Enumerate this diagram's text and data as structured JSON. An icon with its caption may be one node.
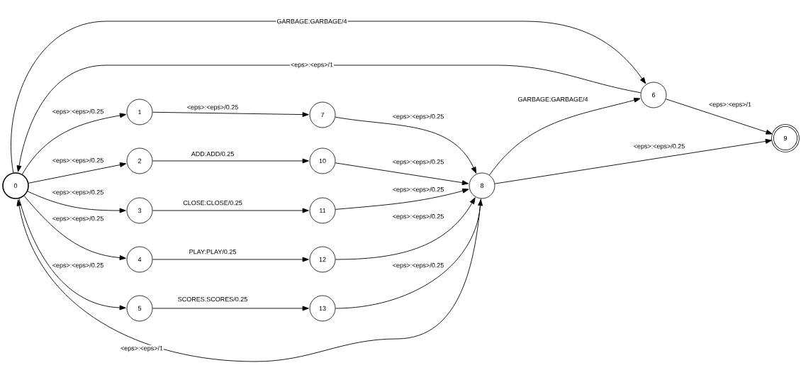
{
  "diagram": {
    "nodes": [
      {
        "text": [
          "0"
        ]
      },
      {
        "text": [
          "1"
        ]
      },
      {
        "text": [
          "2"
        ]
      },
      {
        "text": [
          "3"
        ]
      },
      {
        "text": [
          "4"
        ]
      },
      {
        "text": [
          "5"
        ]
      },
      {
        "text": [
          "6"
        ]
      },
      {
        "text": [
          "7"
        ]
      },
      {
        "text": [
          "8"
        ]
      },
      {
        "text": [
          "9"
        ]
      },
      {
        "text": [
          "10"
        ]
      },
      {
        "text": [
          "11"
        ]
      },
      {
        "text": [
          "12"
        ]
      },
      {
        "text": [
          "13"
        ]
      }
    ],
    "edges": [
      {
        "from": 0,
        "to": 6,
        "arrow": "to",
        "label": "GARBAGE:GARBAGE/4"
      },
      {
        "from": 6,
        "to": 0,
        "arrow": "to",
        "label": "<eps>:<eps>/1"
      },
      {
        "from": 0,
        "to": 1,
        "arrow": "to",
        "label": "<eps>:<eps>/0.25"
      },
      {
        "from": 0,
        "to": 2,
        "arrow": "to",
        "label": "<eps>:<eps>/0.25"
      },
      {
        "from": 0,
        "to": 3,
        "arrow": "to",
        "label": "<eps>:<eps>/0.25"
      },
      {
        "from": 0,
        "to": 4,
        "arrow": "to",
        "label": "<eps>:<eps>/0.25"
      },
      {
        "from": 0,
        "to": 5,
        "arrow": "to",
        "label": "<eps>:<eps>/0.25"
      },
      {
        "from": 1,
        "to": 7,
        "arrow": "to",
        "label": "<eps>:<eps>/0.25"
      },
      {
        "from": 2,
        "to": 10,
        "arrow": "to",
        "label": "ADD:ADD/0.25"
      },
      {
        "from": 3,
        "to": 11,
        "arrow": "to",
        "label": "CLOSE:CLOSE/0.25"
      },
      {
        "from": 4,
        "to": 12,
        "arrow": "to",
        "label": "PLAY:PLAY/0.25"
      },
      {
        "from": 5,
        "to": 13,
        "arrow": "to",
        "label": "SCORES:SCORES/0.25"
      },
      {
        "from": 7,
        "to": 8,
        "arrow": "to",
        "label": "<eps>:<eps>/0.25"
      },
      {
        "from": 10,
        "to": 8,
        "arrow": "to",
        "label": "<eps>:<eps>/0.25"
      },
      {
        "from": 11,
        "to": 8,
        "arrow": "to",
        "label": "<eps>:<eps>/0.25"
      },
      {
        "from": 12,
        "to": 8,
        "arrow": "to",
        "label": "<eps>:<eps>/0.25"
      },
      {
        "from": 13,
        "to": 8,
        "arrow": "to",
        "label": "<eps>:<eps>/0.25"
      },
      {
        "from": 8,
        "to": 6,
        "arrow": "to",
        "label": "GARBAGE:GARBAGE/4"
      },
      {
        "from": 8,
        "to": 9,
        "arrow": "to",
        "label": "<eps>:<eps>/0.25"
      },
      {
        "from": 6,
        "to": 9,
        "arrow": "to",
        "label": "<eps>:<eps>/1"
      },
      {
        "from": 8,
        "to": 0,
        "arrow": "to",
        "label": "<eps>:<eps>/1"
      }
    ]
  }
}
